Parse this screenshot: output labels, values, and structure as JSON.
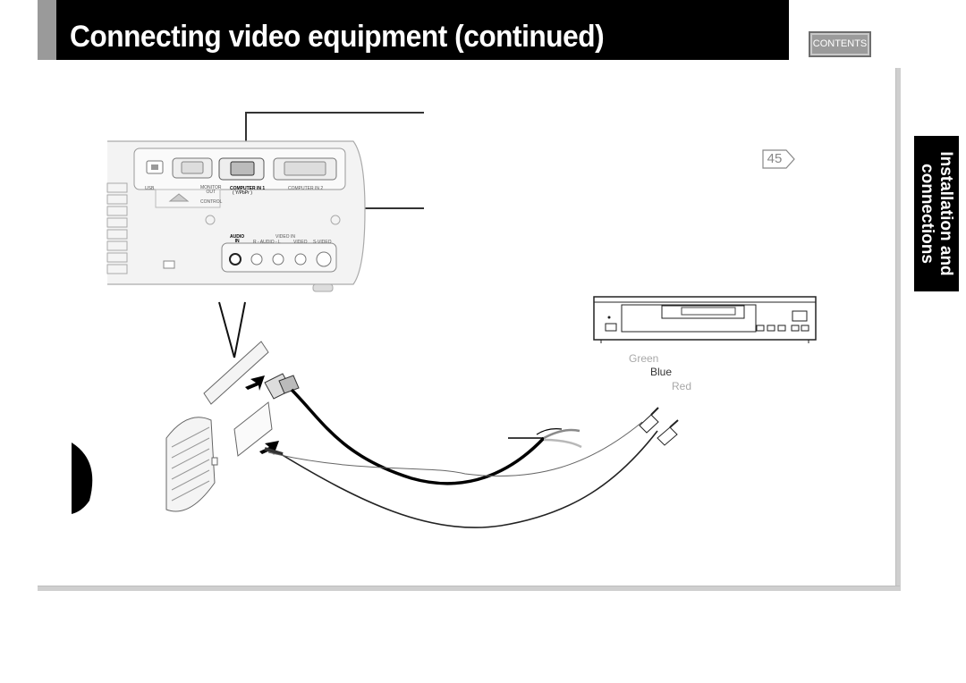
{
  "header": {
    "title": "Connecting video equipment (continued)",
    "contents_button": "CONTENTS"
  },
  "side_tab": {
    "line1": "Installation and",
    "line2": "connections"
  },
  "page_ref": "45",
  "projector_panel": {
    "usb": "USB",
    "monitor_out": "MONITOR\nOUT",
    "computer_in_1": "COMPUTER IN 1",
    "computer_in_1_sub": "( Y/PbPr )",
    "computer_in_2": "COMPUTER IN 2",
    "control": "CONTROL",
    "audio_in": "AUDIO\nIN",
    "video_in": "VIDEO IN",
    "r_audio_l": "R - AUDIO - L",
    "video": "VIDEO",
    "s_video": "S-VIDEO"
  },
  "cable_colors": {
    "green": "Green",
    "blue": "Blue",
    "red": "Red"
  }
}
